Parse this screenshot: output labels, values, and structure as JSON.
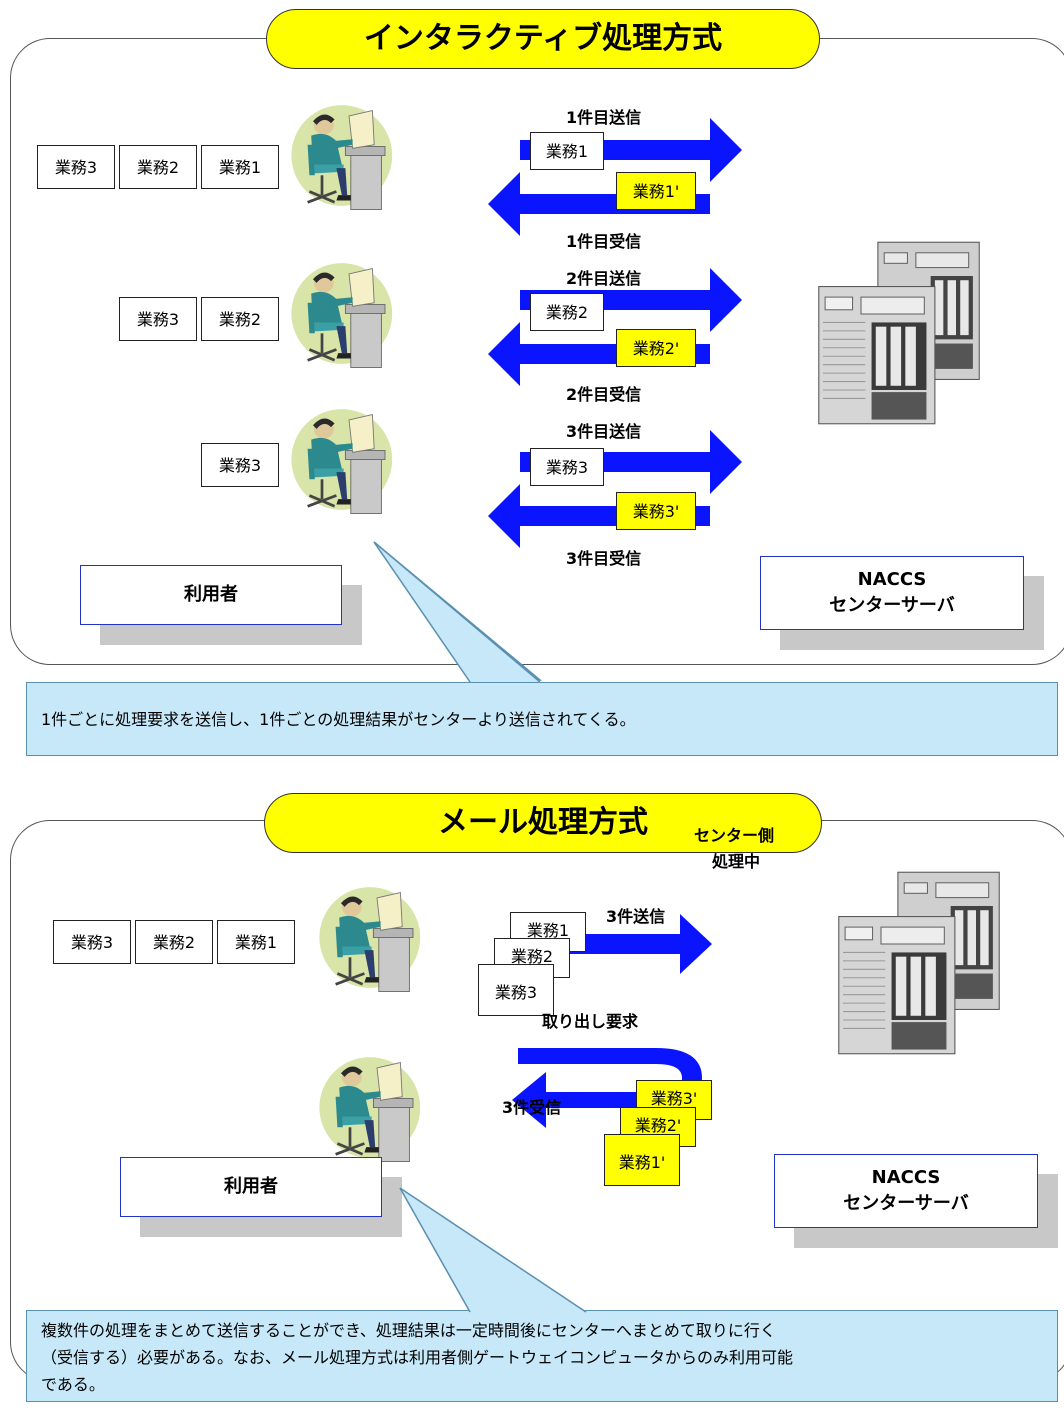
{
  "interactive": {
    "title": "インタラクティブ処理方式",
    "rows": [
      {
        "queue": [
          "業務3",
          "業務2",
          "業務1"
        ],
        "send_label": "1件目送信",
        "send_doc": "業務1",
        "recv_doc": "業務1'",
        "recv_label": "1件目受信"
      },
      {
        "queue": [
          "業務3",
          "業務2"
        ],
        "send_label": "2件目送信",
        "send_doc": "業務2",
        "recv_doc": "業務2'",
        "recv_label": "2件目受信"
      },
      {
        "queue": [
          "業務3"
        ],
        "send_label": "3件目送信",
        "send_doc": "業務3",
        "recv_doc": "業務3'",
        "recv_label": "3件目受信"
      }
    ],
    "user_label": "利用者",
    "server_label_1": "NACCS",
    "server_label_2": "センターサーバ",
    "callout": "1件ごとに処理要求を送信し、1件ごとの処理結果がセンターより送信されてくる。"
  },
  "mail": {
    "title": "メール処理方式",
    "queue": [
      "業務3",
      "業務2",
      "業務1"
    ],
    "send_label": "3件送信",
    "send_docs": [
      "業務1",
      "業務2",
      "業務3"
    ],
    "processing_1": "センター側",
    "processing_2": "処理中",
    "fetch_label": "取り出し要求",
    "recv_label": "3件受信",
    "recv_docs": [
      "業務3'",
      "業務2'",
      "業務1'"
    ],
    "user_label": "利用者",
    "server_label_1": "NACCS",
    "server_label_2": "センターサーバ",
    "callout_1": "複数件の処理をまとめて送信することができ、処理結果は一定時間後にセンターへまとめて取りに行く",
    "callout_2": "（受信する）必要がある。なお、メール処理方式は利用者側ゲートウェイコンピュータからのみ利用可能",
    "callout_3": "である。"
  },
  "colors": {
    "title_fill": "#ffff00",
    "arrow": "#0a14ff",
    "callout": "#c6e8f8",
    "box_border": "#2233cc"
  }
}
